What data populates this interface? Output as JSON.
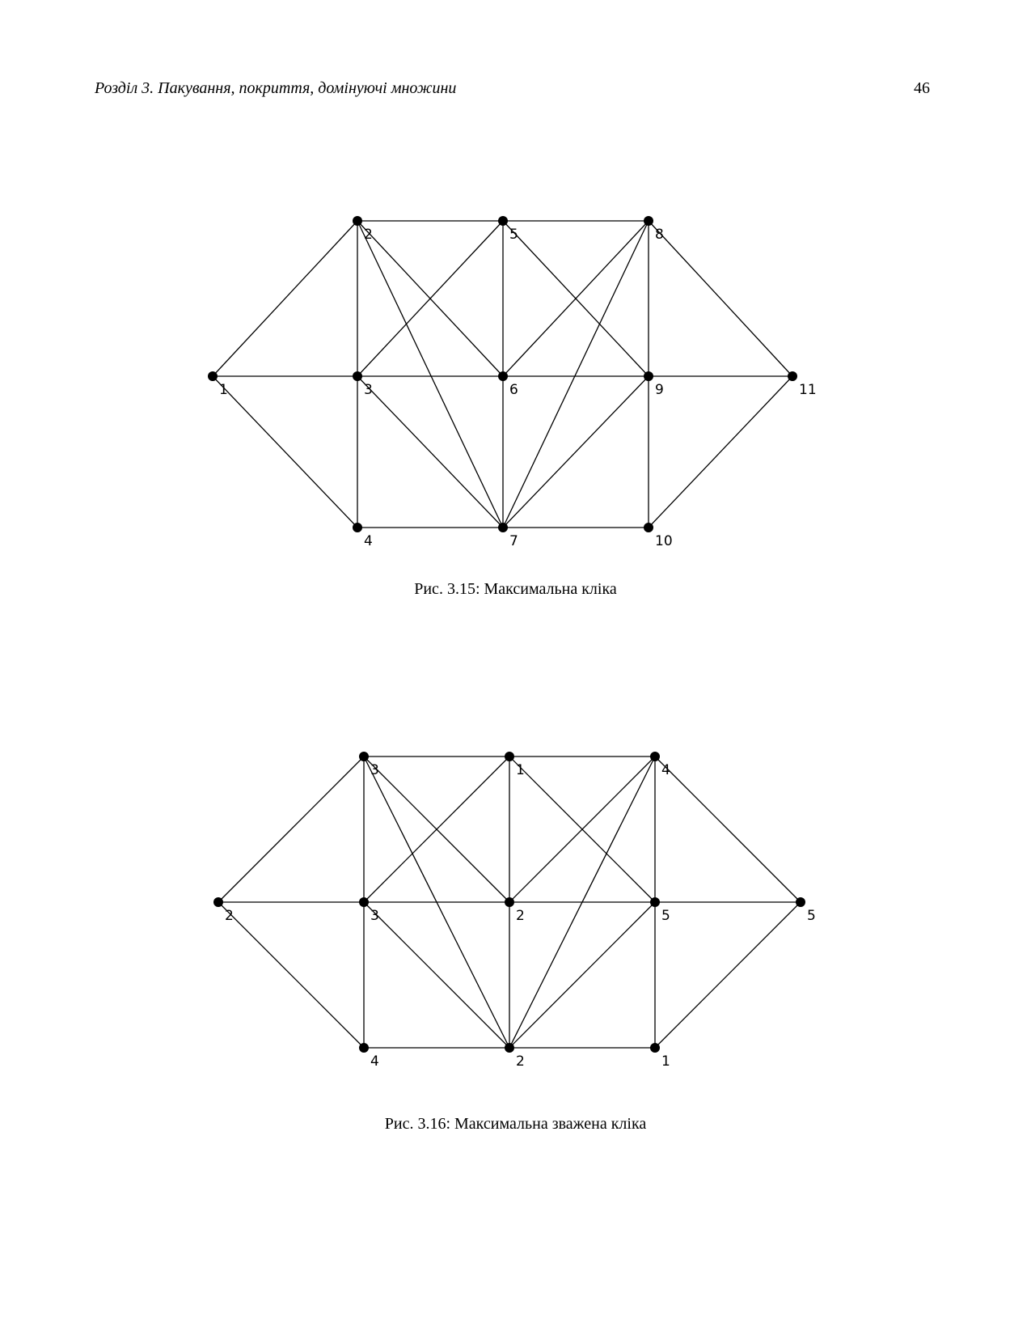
{
  "header": {
    "title": "Розділ 3.  Пакування, покриття, домінуючі множини",
    "page_number": "46"
  },
  "figures": [
    {
      "caption": "Рис. 3.15: Максимальна кліка",
      "nodes": [
        {
          "id": "1",
          "label": "1"
        },
        {
          "id": "2",
          "label": "2"
        },
        {
          "id": "3",
          "label": "3"
        },
        {
          "id": "4",
          "label": "4"
        },
        {
          "id": "5",
          "label": "5"
        },
        {
          "id": "6",
          "label": "6"
        },
        {
          "id": "7",
          "label": "7"
        },
        {
          "id": "8",
          "label": "8"
        },
        {
          "id": "9",
          "label": "9"
        },
        {
          "id": "10",
          "label": "10"
        },
        {
          "id": "11",
          "label": "11"
        }
      ],
      "edges": [
        [
          "1",
          "2"
        ],
        [
          "1",
          "3"
        ],
        [
          "1",
          "4"
        ],
        [
          "2",
          "5"
        ],
        [
          "2",
          "3"
        ],
        [
          "2",
          "6"
        ],
        [
          "2",
          "7"
        ],
        [
          "3",
          "5"
        ],
        [
          "3",
          "6"
        ],
        [
          "3",
          "4"
        ],
        [
          "3",
          "7"
        ],
        [
          "4",
          "7"
        ],
        [
          "5",
          "8"
        ],
        [
          "5",
          "6"
        ],
        [
          "5",
          "9"
        ],
        [
          "6",
          "8"
        ],
        [
          "6",
          "9"
        ],
        [
          "6",
          "7"
        ],
        [
          "7",
          "8"
        ],
        [
          "7",
          "9"
        ],
        [
          "7",
          "10"
        ],
        [
          "8",
          "9"
        ],
        [
          "8",
          "11"
        ],
        [
          "9",
          "11"
        ],
        [
          "9",
          "10"
        ],
        [
          "10",
          "11"
        ]
      ]
    },
    {
      "caption": "Рис. 3.16: Максимальна зважена кліка",
      "nodes": [
        {
          "id": "a",
          "label": "2"
        },
        {
          "id": "b",
          "label": "3"
        },
        {
          "id": "c",
          "label": "3"
        },
        {
          "id": "d",
          "label": "4"
        },
        {
          "id": "e",
          "label": "1"
        },
        {
          "id": "f",
          "label": "2"
        },
        {
          "id": "g",
          "label": "2"
        },
        {
          "id": "h",
          "label": "4"
        },
        {
          "id": "i",
          "label": "5"
        },
        {
          "id": "j",
          "label": "1"
        },
        {
          "id": "k",
          "label": "5"
        }
      ],
      "edges": [
        [
          "a",
          "b"
        ],
        [
          "a",
          "c"
        ],
        [
          "a",
          "d"
        ],
        [
          "b",
          "e"
        ],
        [
          "b",
          "c"
        ],
        [
          "b",
          "f"
        ],
        [
          "b",
          "g"
        ],
        [
          "c",
          "e"
        ],
        [
          "c",
          "f"
        ],
        [
          "c",
          "d"
        ],
        [
          "c",
          "g"
        ],
        [
          "d",
          "g"
        ],
        [
          "e",
          "h"
        ],
        [
          "e",
          "f"
        ],
        [
          "e",
          "i"
        ],
        [
          "f",
          "h"
        ],
        [
          "f",
          "i"
        ],
        [
          "f",
          "g"
        ],
        [
          "g",
          "h"
        ],
        [
          "g",
          "i"
        ],
        [
          "g",
          "j"
        ],
        [
          "h",
          "i"
        ],
        [
          "h",
          "k"
        ],
        [
          "i",
          "k"
        ],
        [
          "i",
          "j"
        ],
        [
          "j",
          "k"
        ]
      ]
    }
  ]
}
